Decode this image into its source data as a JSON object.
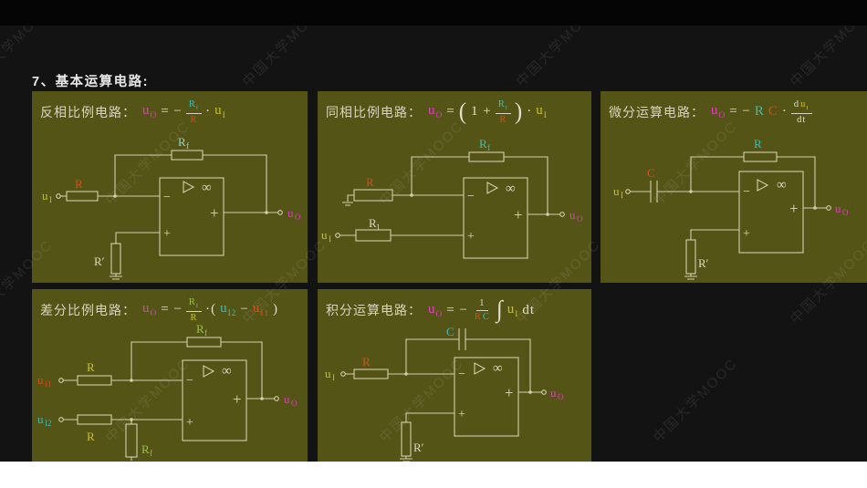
{
  "title": "7、基本运算电路:",
  "watermark": {
    "text": "中国大学MOOC"
  },
  "colors": {
    "magenta": "#d943b5",
    "yellow": "#cbc02a",
    "orange": "#d0511d",
    "cyan": "#3fbcb4",
    "teal_light": "#93d6c5",
    "green": "#96c23f",
    "cream": "#ddd8c2",
    "wire": "#d4cfac",
    "panel_bg": "#545417"
  },
  "panels": [
    {
      "name": "反相比例电路：",
      "formula": [
        {
          "t": "u",
          "sub": "O",
          "c": "#d943b5"
        },
        {
          "t": "= −",
          "c": "#e3decb"
        },
        {
          "frac": {
            "n": [
              {
                "t": "R",
                "sub": "f",
                "c": "#3fbcb4"
              }
            ],
            "d": [
              {
                "t": "R",
                "c": "#d0511d"
              }
            ]
          }
        },
        {
          "t": "·",
          "c": "#e3decb"
        },
        {
          "t": "u",
          "sub": "I",
          "c": "#cbc02a"
        }
      ],
      "circuit": {
        "uI": {
          "base": "u",
          "sub": "I"
        },
        "R": "R",
        "Rf": {
          "base": "R",
          "sub": "f"
        },
        "Rprime": "R′",
        "uO": {
          "base": "u",
          "sub": "O"
        },
        "minus": "−",
        "plus": "+",
        "inf": "∞"
      }
    },
    {
      "name": "同相比例电路：",
      "formula": [
        {
          "t": "u",
          "sub": "O",
          "c": "#d943b5"
        },
        {
          "t": "=",
          "c": "#e3decb"
        },
        {
          "t": "(",
          "big": true,
          "c": "#e3decb"
        },
        {
          "t": "1 +",
          "c": "#e3decb"
        },
        {
          "frac": {
            "n": [
              {
                "t": "R",
                "sub": "f",
                "c": "#3fbcb4"
              }
            ],
            "d": [
              {
                "t": "R",
                "c": "#d0511d"
              }
            ]
          }
        },
        {
          "t": ")",
          "big": true,
          "c": "#e3decb"
        },
        {
          "t": "·",
          "c": "#e3decb"
        },
        {
          "t": "u",
          "sub": "I",
          "c": "#cbc02a"
        }
      ],
      "circuit": {
        "uI": {
          "base": "u",
          "sub": "I"
        },
        "R": "R",
        "R1": {
          "base": "R",
          "sub": "1"
        },
        "Rf": {
          "base": "R",
          "sub": "f"
        },
        "uO": {
          "base": "u",
          "sub": "O"
        },
        "minus": "−",
        "plus": "+",
        "inf": "∞"
      }
    },
    {
      "name": "微分运算电路：",
      "formula": [
        {
          "t": "u",
          "sub": "O",
          "c": "#d943b5"
        },
        {
          "t": "= −",
          "c": "#e3decb"
        },
        {
          "t": "R",
          "c": "#3fbcb4"
        },
        {
          "t": "C",
          "c": "#d0511d"
        },
        {
          "t": "·",
          "c": "#e3decb"
        },
        {
          "frac": {
            "n": [
              {
                "t": "d",
                "c": "#e3decb"
              },
              {
                "t": "u",
                "sub": "I",
                "c": "#cbc02a"
              }
            ],
            "d": [
              {
                "t": "dt",
                "c": "#e3decb"
              }
            ]
          }
        }
      ],
      "circuit": {
        "uI": {
          "base": "u",
          "sub": "I"
        },
        "C": "C",
        "R": "R",
        "Rprime": "R′",
        "uO": {
          "base": "u",
          "sub": "O"
        },
        "minus": "−",
        "plus": "+",
        "inf": "∞"
      }
    },
    {
      "name": "差分比例电路：",
      "formula": [
        {
          "t": "u",
          "sub": "O",
          "c": "#d943b5"
        },
        {
          "t": "= −",
          "c": "#e3decb"
        },
        {
          "frac": {
            "n": [
              {
                "t": "R",
                "sub": "f",
                "c": "#96c23f"
              }
            ],
            "d": [
              {
                "t": "R",
                "c": "#cbc02a"
              }
            ]
          }
        },
        {
          "t": "·(",
          "c": "#e3decb"
        },
        {
          "t": "u",
          "sub": "I2",
          "c": "#3fbcb4"
        },
        {
          "t": "−",
          "c": "#e3decb"
        },
        {
          "t": "u",
          "sub": "I1",
          "c": "#d0511d"
        },
        {
          "t": ")",
          "c": "#e3decb"
        }
      ],
      "circuit": {
        "uI1": {
          "base": "u",
          "sub": "I1"
        },
        "uI2": {
          "base": "u",
          "sub": "I2"
        },
        "R": "R",
        "Rf": {
          "base": "R",
          "sub": "f"
        },
        "uO": {
          "base": "u",
          "sub": "O"
        },
        "minus": "−",
        "plus": "+",
        "inf": "∞"
      }
    },
    {
      "name": "积分运算电路：",
      "formula": [
        {
          "t": "u",
          "sub": "O",
          "c": "#d943b5"
        },
        {
          "t": "= −",
          "c": "#e3decb"
        },
        {
          "frac": {
            "n": [
              {
                "t": "1",
                "c": "#e3decb"
              }
            ],
            "d": [
              {
                "t": "R",
                "c": "#d0511d"
              },
              {
                "t": "C",
                "c": "#3fbcb4"
              }
            ]
          }
        },
        {
          "t": "∫",
          "big": true,
          "c": "#e3decb"
        },
        {
          "t": "u",
          "sub": "I",
          "c": "#cbc02a"
        },
        {
          "t": "dt",
          "c": "#e3decb"
        }
      ],
      "circuit": {
        "uI": {
          "base": "u",
          "sub": "I"
        },
        "R": "R",
        "C": "C",
        "Rprime": "R′",
        "uO": {
          "base": "u",
          "sub": "O"
        },
        "minus": "−",
        "plus": "+",
        "inf": "∞"
      }
    }
  ]
}
